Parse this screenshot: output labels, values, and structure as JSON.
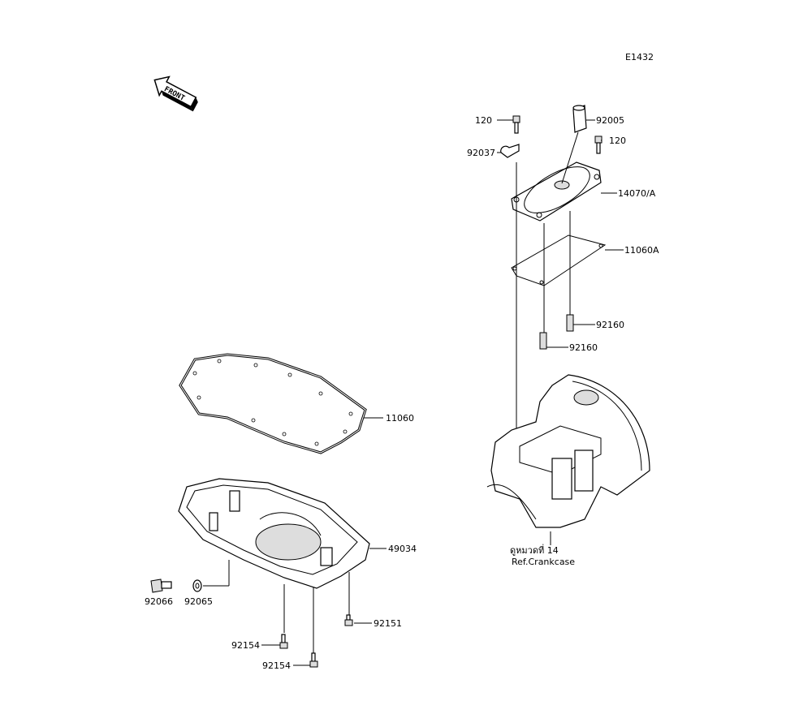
{
  "diagram_id": "E1432",
  "front_arrow_text": "FRONT",
  "callouts": {
    "bolt_120_left": "120",
    "cap_92005": "92005",
    "clamp_92037": "92037",
    "bolt_120_right": "120",
    "cover_14070a": "14070/A",
    "gasket_11060a": "11060A",
    "pin_92160_upper": "92160",
    "pin_92160_lower": "92160",
    "gasket_11060": "11060",
    "oil_pan_49034": "49034",
    "plug_92066": "92066",
    "washer_92065": "92065",
    "bolt_92154_upper": "92154",
    "bolt_92151": "92151",
    "bolt_92154_lower": "92154"
  },
  "crankcase_ref": {
    "thai": "ดูหมวดที่ 14",
    "english": "Ref.Crankcase"
  }
}
